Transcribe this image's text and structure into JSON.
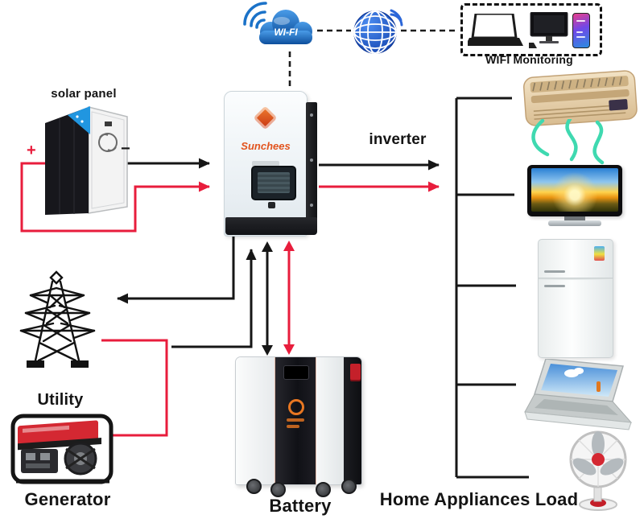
{
  "labels": {
    "solar_panel": "solar panel",
    "inverter": "inverter",
    "wifi_cloud": "WI-FI",
    "wifi_monitoring": "WIFI Monitoring",
    "utility": "Utility",
    "generator": "Generator",
    "battery": "Battery",
    "home_appliances_load": "Home Appliances Load",
    "solar_plus": "+",
    "solar_minus": "−"
  },
  "devices": {
    "inverter_brand": "Sunchees"
  },
  "colors": {
    "wire_black": "#161616",
    "wire_red": "#e81d3c",
    "cloud_blue": "#1b72c8",
    "globe_blue": "#2b66d8",
    "airflow_teal": "#3fd9b0",
    "brand_orange": "#e2541e",
    "generator_red": "#d42832",
    "battery_orange": "#e87722"
  },
  "icons": [
    "wifi-cloud-icon",
    "wifi-signal-icon",
    "globe-icon",
    "laptop-icon",
    "monitor-icon",
    "smartphone-icon",
    "solar-panel-icon",
    "inverter-icon",
    "utility-tower-icon",
    "generator-icon",
    "battery-icon",
    "air-conditioner-icon",
    "airflow-icon",
    "tv-icon",
    "refrigerator-icon",
    "notebook-icon",
    "fan-icon"
  ]
}
